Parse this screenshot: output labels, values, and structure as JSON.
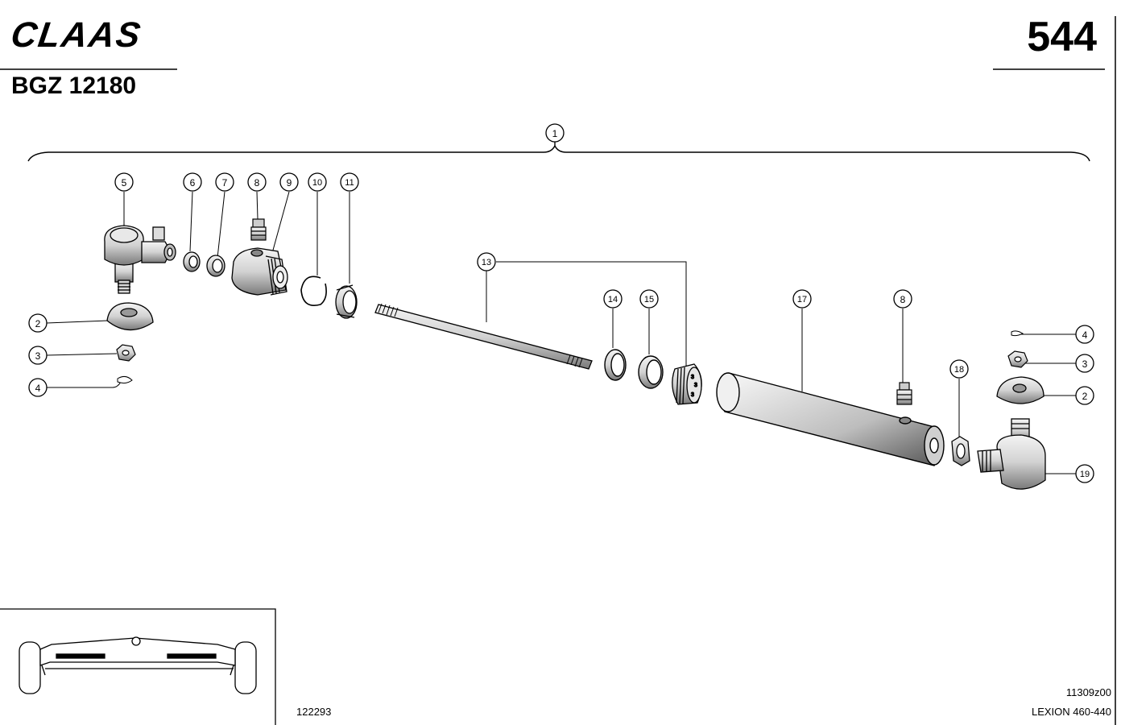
{
  "header": {
    "brand": "CLAAS",
    "page_number": "544",
    "doc_id": "BGZ 12180"
  },
  "footer": {
    "drawing_no": "122293",
    "figure_code": "11309z00",
    "model": "LEXION 460-440"
  },
  "callouts": [
    "1",
    "2",
    "3",
    "4",
    "5",
    "6",
    "7",
    "8",
    "9",
    "10",
    "11",
    "13",
    "14",
    "15",
    "17",
    "8",
    "18",
    "2",
    "3",
    "4",
    "19"
  ],
  "nut_marks": [
    "3",
    "3",
    "3"
  ]
}
